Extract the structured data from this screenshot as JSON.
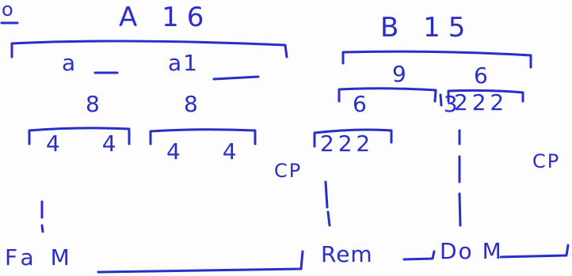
{
  "labels": {
    "top_left_mark": "o",
    "group_a": "A 16",
    "group_b": "B 15",
    "a_sub_1": "a",
    "a_sub_2": "a1",
    "a_val_1": "8",
    "a_val_2": "8",
    "a_split_1": "4 4",
    "a_split_2": "4 4",
    "b_val_1": "9",
    "b_val_2": "6",
    "b_split_1": "6 3",
    "b_split_2": "2 2 2",
    "b_split_3": "2 2 2",
    "cp_left": "CP",
    "cp_right": "CP",
    "bottom_fa_m": "Fa M",
    "bottom_rem": "Rem",
    "bottom_do_m": "Do M"
  }
}
